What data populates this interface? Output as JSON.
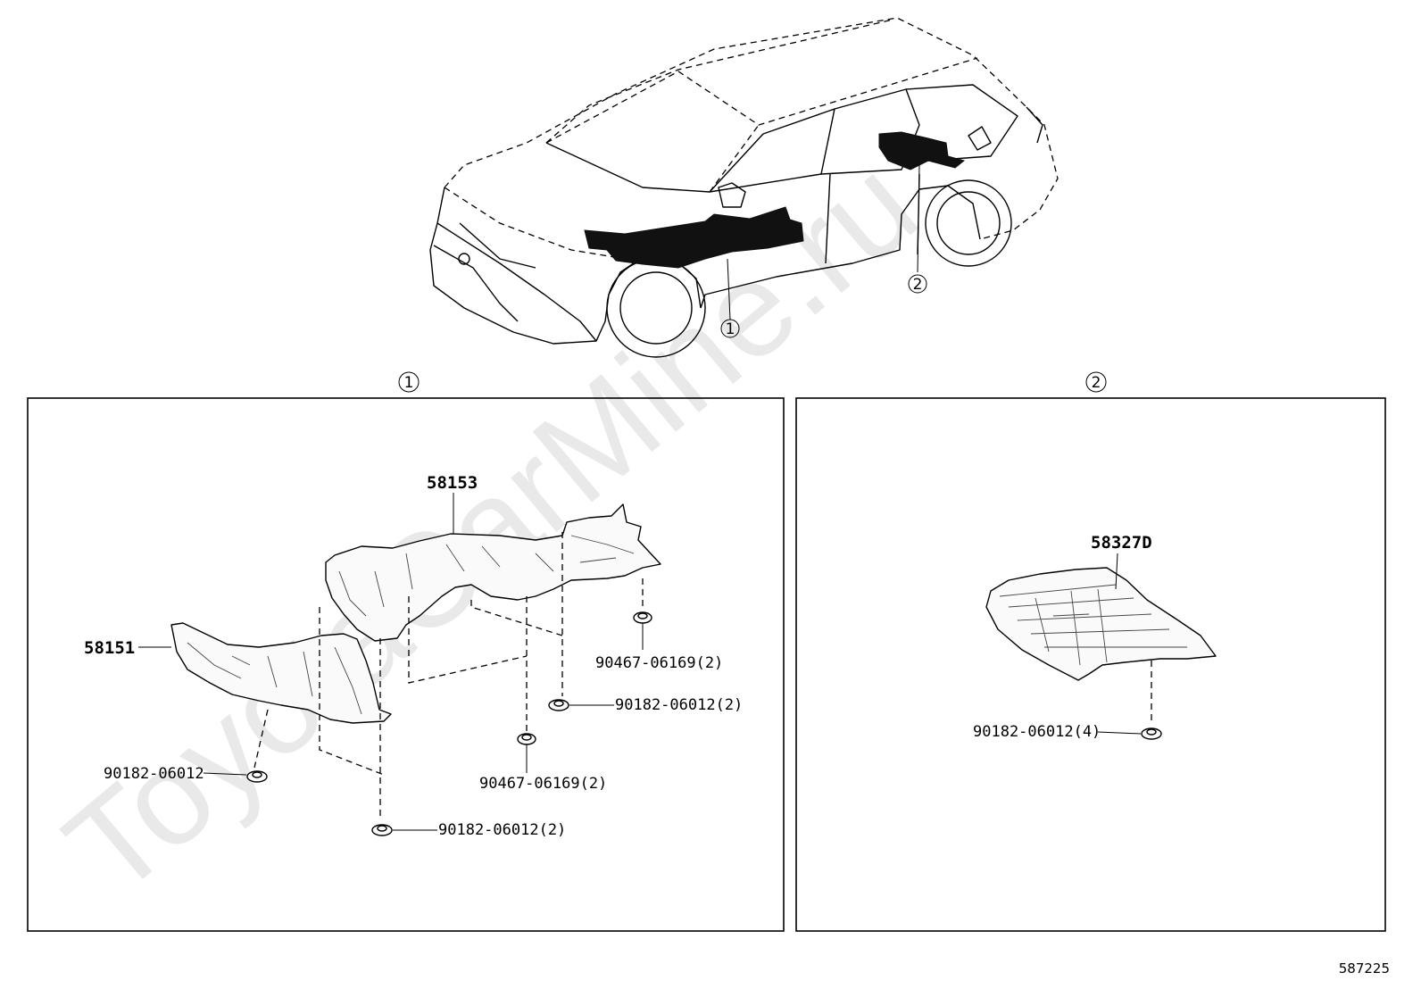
{
  "watermark": "ToyotaCarMine.ru",
  "diagram_id": "587225",
  "callouts": {
    "car_1": "1",
    "car_2": "2",
    "panel_1": "1",
    "panel_2": "2"
  },
  "panel_left": {
    "part_main": "58153",
    "part_front": "58151",
    "fastener_a": "90467-06169(2)",
    "fastener_b": "90182-06012(2)",
    "fastener_c": "90467-06169(2)",
    "fastener_d": "90182-06012",
    "fastener_e": "90182-06012(2)"
  },
  "panel_right": {
    "part_main": "58327D",
    "fastener_a": "90182-06012(4)"
  }
}
